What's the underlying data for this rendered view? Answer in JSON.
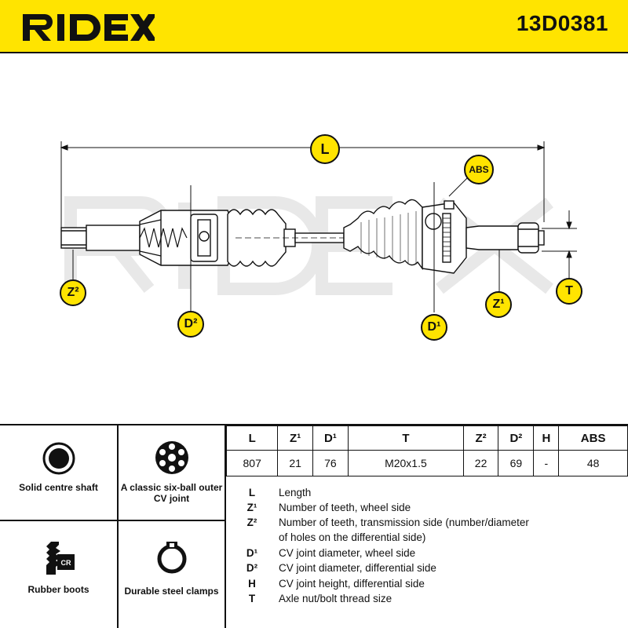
{
  "header": {
    "brand": "RIDEX",
    "part_number": "13D0381"
  },
  "drawing": {
    "labels": {
      "L": "L",
      "abs": "ABS",
      "z2": "Z²",
      "d2": "D²",
      "d1": "D¹",
      "z1": "Z¹",
      "t": "T"
    },
    "watermark": "RIDEX"
  },
  "features": [
    {
      "icon": "solid-shaft-icon",
      "label": "Solid centre shaft"
    },
    {
      "icon": "six-ball-joint-icon",
      "label": "A classic six-ball outer CV joint"
    },
    {
      "icon": "rubber-boot-icon",
      "label": "Rubber boots",
      "icon_text": "CR"
    },
    {
      "icon": "steel-clamp-icon",
      "label": "Durable steel clamps"
    }
  ],
  "spec_table": {
    "headers": [
      "L",
      "Z¹",
      "D¹",
      "T",
      "Z²",
      "D²",
      "H",
      "ABS"
    ],
    "values": [
      "807",
      "21",
      "76",
      "M20x1.5",
      "22",
      "69",
      "-",
      "48"
    ]
  },
  "legend": [
    {
      "symbol": "L",
      "text": "Length"
    },
    {
      "symbol": "Z¹",
      "text": "Number of teeth, wheel side"
    },
    {
      "symbol": "Z²",
      "text": "Number of teeth, transmission side (number/diameter"
    },
    {
      "symbol": "",
      "text": "of holes on the differential side)"
    },
    {
      "symbol": "D¹",
      "text": "CV joint diameter, wheel side"
    },
    {
      "symbol": "D²",
      "text": "CV joint diameter, differential side"
    },
    {
      "symbol": "H",
      "text": "CV joint height, differential side"
    },
    {
      "symbol": "T",
      "text": "Axle nut/bolt thread size"
    }
  ],
  "colors": {
    "brand_yellow": "#ffe400",
    "ink": "#111111",
    "watermark": "#e6e6e6"
  }
}
